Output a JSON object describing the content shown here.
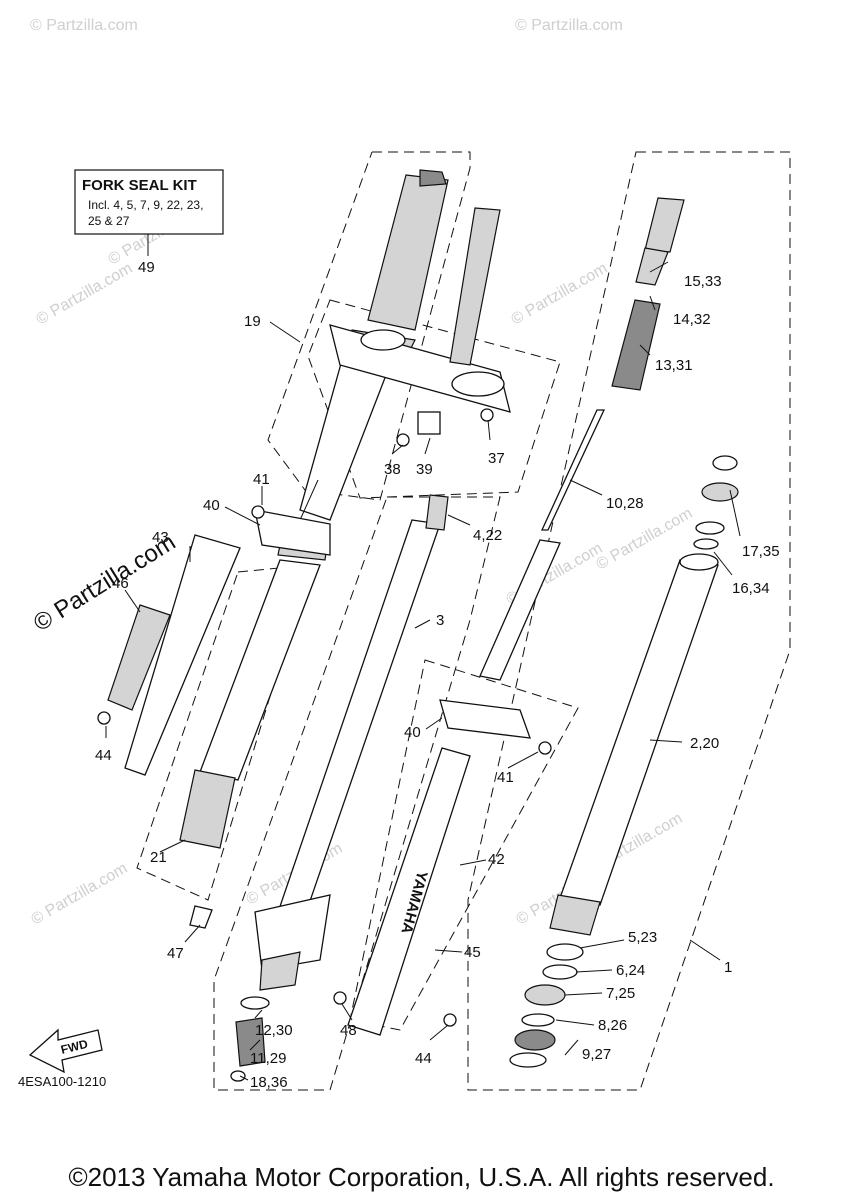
{
  "kit": {
    "title": "FORK SEAL KIT",
    "lines": [
      "Incl. 4, 5, 7, 9, 22, 23,",
      "25 & 27"
    ],
    "ref": "49"
  },
  "labels": [
    {
      "id": "p19",
      "text": "19"
    },
    {
      "id": "p41a",
      "text": "41"
    },
    {
      "id": "p40a",
      "text": "40"
    },
    {
      "id": "p43",
      "text": "43"
    },
    {
      "id": "p46",
      "text": "46"
    },
    {
      "id": "p44a",
      "text": "44"
    },
    {
      "id": "p21",
      "text": "21"
    },
    {
      "id": "p47",
      "text": "47"
    },
    {
      "id": "p38",
      "text": "38"
    },
    {
      "id": "p39",
      "text": "39"
    },
    {
      "id": "p37",
      "text": "37"
    },
    {
      "id": "p4_22",
      "text": "4,22"
    },
    {
      "id": "p3",
      "text": "3"
    },
    {
      "id": "p40b",
      "text": "40"
    },
    {
      "id": "p41b",
      "text": "41"
    },
    {
      "id": "p42",
      "text": "42"
    },
    {
      "id": "p45",
      "text": "45"
    },
    {
      "id": "p12_30",
      "text": "12,30"
    },
    {
      "id": "p11_29",
      "text": "11,29"
    },
    {
      "id": "p18_36",
      "text": "18,36"
    },
    {
      "id": "p48",
      "text": "48"
    },
    {
      "id": "p44b",
      "text": "44"
    },
    {
      "id": "p15_33",
      "text": "15,33"
    },
    {
      "id": "p14_32",
      "text": "14,32"
    },
    {
      "id": "p13_31",
      "text": "13,31"
    },
    {
      "id": "p10_28",
      "text": "10,28"
    },
    {
      "id": "p17_35",
      "text": "17,35"
    },
    {
      "id": "p16_34",
      "text": "16,34"
    },
    {
      "id": "p2_20",
      "text": "2,20"
    },
    {
      "id": "p5_23",
      "text": "5,23"
    },
    {
      "id": "p6_24",
      "text": "6,24"
    },
    {
      "id": "p7_25",
      "text": "7,25"
    },
    {
      "id": "p8_26",
      "text": "8,26"
    },
    {
      "id": "p9_27",
      "text": "9,27"
    },
    {
      "id": "p1",
      "text": "1"
    }
  ],
  "brand_on_guard": "YAMAHA",
  "fwd_label": "FWD",
  "drawing_code": "4ESA100-1210",
  "watermark": "© Partzilla.com",
  "watermark_big": "© Partzilla.com",
  "copyright": "©2013 Yamaha Motor Corporation, U.S.A. All rights reserved."
}
